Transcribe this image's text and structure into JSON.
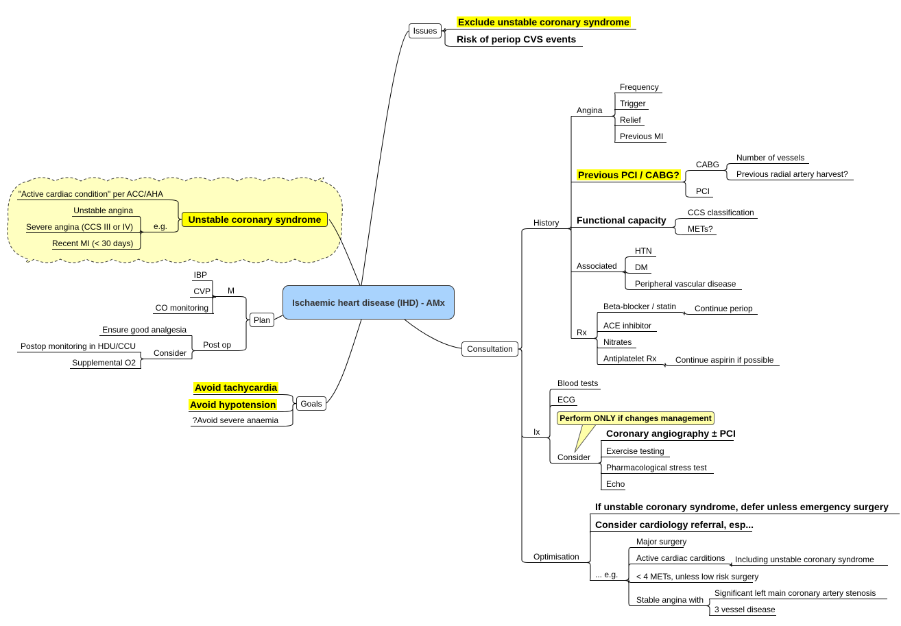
{
  "center": "Ischaemic heart disease (IHD) - AMx",
  "issues": {
    "label": "Issues",
    "items": [
      "Exclude unstable coronary syndrome",
      "Risk of periop CVS events"
    ]
  },
  "consultation": {
    "label": "Consultation",
    "history": {
      "label": "History",
      "angina": {
        "label": "Angina",
        "items": [
          "Frequency",
          "Trigger",
          "Relief",
          "Previous MI"
        ]
      },
      "pci_cabg": {
        "label": "Previous PCI / CABG?",
        "cabg": "CABG",
        "cabg_items": [
          "Number of vessels",
          "Previous radial artery harvest?"
        ],
        "pci": "PCI"
      },
      "functional": {
        "label": "Functional capacity",
        "items": [
          "CCS classification",
          "METs?"
        ]
      },
      "associated": {
        "label": "Associated",
        "items": [
          "HTN",
          "DM",
          "Peripheral vascular disease"
        ]
      },
      "rx": {
        "label": "Rx",
        "items": [
          "Beta-blocker / statin",
          "ACE inhibitor",
          "Nitrates",
          "Antiplatelet Rx"
        ],
        "beta_note": "Continue periop",
        "antiplatelet_note": "Continue aspirin if possible"
      }
    },
    "ix": {
      "label": "Ix",
      "items": [
        "Blood tests",
        "ECG"
      ],
      "consider": {
        "label": "Consider",
        "callout": "Perform ONLY if changes management",
        "items": [
          "Coronary angiography ± PCI",
          "Exercise testing",
          "Pharmacological stress test",
          "Echo"
        ]
      }
    },
    "optimisation": {
      "label": "Optimisation",
      "items": [
        "If unstable coronary syndrome, defer unless emergency surgery",
        "Consider cardiology referral, esp..."
      ],
      "eg": {
        "label": "... e.g.",
        "items": [
          "Major surgery",
          "Active cardiac carditions",
          "< 4 METs, unless low risk surgery",
          "Stable angina with"
        ],
        "active_note": "Including unstable coronary syndrome",
        "stable_items": [
          "Significant left main coronary artery stenosis",
          "3 vessel disease"
        ]
      }
    }
  },
  "unstable": {
    "label": "Unstable coronary syndrome",
    "definition": "\"Active cardiac condition\" per ACC/AHA",
    "eg": "e.g.",
    "eg_items": [
      "Unstable angina",
      "Severe angina (CCS III or IV)",
      "Recent MI (< 30 days)"
    ]
  },
  "plan": {
    "label": "Plan",
    "m": {
      "label": "M",
      "items": [
        "IBP",
        "CVP",
        "CO monitoring"
      ]
    },
    "postop": {
      "label": "Post op",
      "analgesia": "Ensure good analgesia",
      "consider": "Consider",
      "consider_items": [
        "Postop monitoring in HDU/CCU",
        "Supplemental O2"
      ]
    }
  },
  "goals": {
    "label": "Goals",
    "items": [
      "Avoid tachycardia",
      "Avoid hypotension",
      "?Avoid severe anaemia"
    ]
  },
  "colors": {
    "highlight": "#ffff00",
    "center": "#a9d3fd",
    "cloud": "#ffffc0",
    "callout": "#ffffa8"
  }
}
